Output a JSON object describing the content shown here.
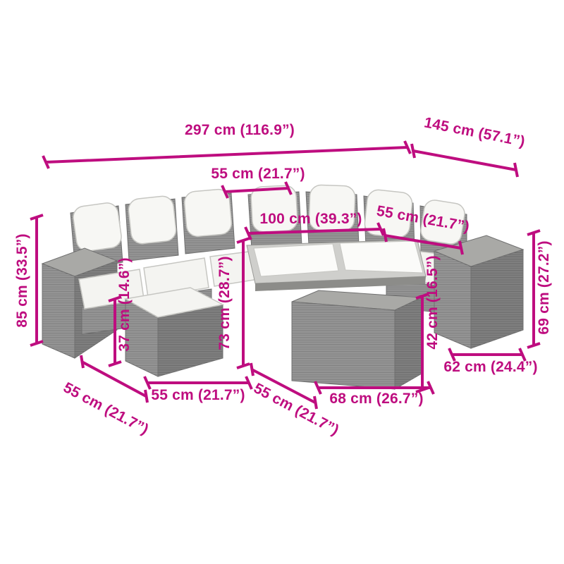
{
  "diagram": {
    "subject": "rattan-garden-furniture-set-with-cushions",
    "accent_color": "#BE0D7F",
    "furniture_gray": "#9a9a9a",
    "cushion_white": "#f6f6f3"
  },
  "dimensions": {
    "width_total": "297 cm (116.9”)",
    "depth_total": "145 cm (57.1”)",
    "back_cushion_width": "55 cm (21.7”)",
    "table_width": "100 cm (39.3”)",
    "seat_width_right": "55 cm (21.7”)",
    "height_total": "85 cm (33.5”)",
    "seat_height": "37 cm (14.6”)",
    "backrest_height": "73 cm (28.7”)",
    "table_height": "42 cm (16.5”)",
    "armrest_height": "69 cm (27.2”)",
    "side_depth": "62 cm (24.4”)",
    "seat_depth_left": "55 cm (21.7”)",
    "seat_width_left": "55 cm (21.7”)",
    "seat_depth_mid": "55 cm (21.7”)",
    "table_length": "68 cm (26.7”)"
  }
}
